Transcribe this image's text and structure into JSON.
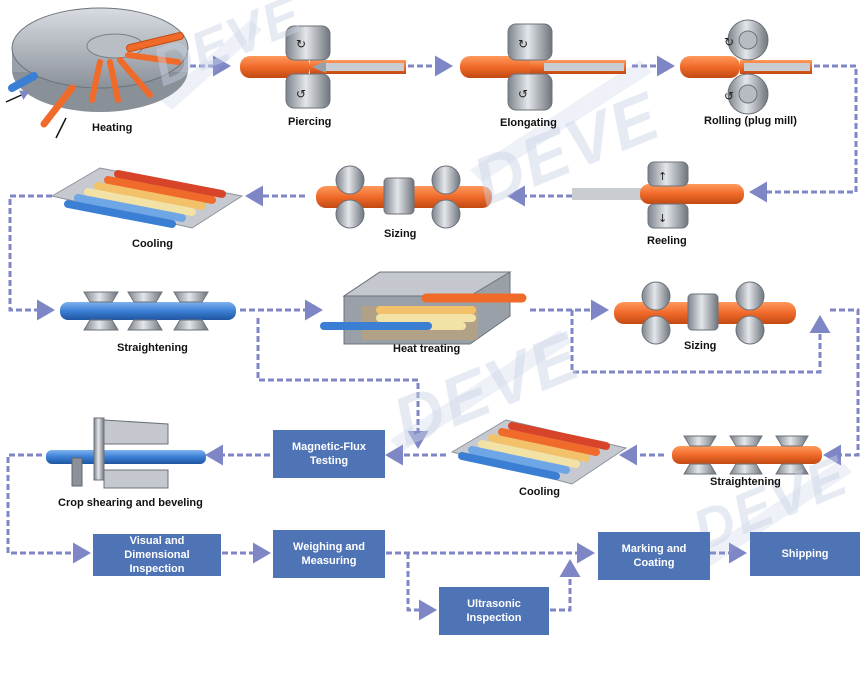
{
  "watermark": "DEVE",
  "steps": {
    "heating": "Heating",
    "piercing": "Piercing",
    "elongating": "Elongating",
    "rolling": "Rolling (plug mill)",
    "cooling1": "Cooling",
    "sizing1": "Sizing",
    "reeling": "Reeling",
    "straightening1": "Straightening",
    "heat_treating": "Heat treating",
    "sizing2": "Sizing",
    "crop": "Crop shearing and beveling",
    "cooling2": "Cooling",
    "straightening2": "Straightening"
  },
  "boxes": {
    "magnetic": "Magnetic-Flux Testing",
    "visual": "Visual and Dimensional Inspection",
    "weighing": "Weighing and Measuring",
    "ultrasonic": "Ultrasonic Inspection",
    "marking": "Marking and Coating",
    "shipping": "Shipping"
  },
  "colors": {
    "flow": "#7f86c6",
    "box": "#4f74b5",
    "tube_orange": "#f06a2a",
    "tube_blue": "#3b7fd4",
    "tube_cream": "#f3e2a5",
    "roller": "#a6acb4"
  }
}
